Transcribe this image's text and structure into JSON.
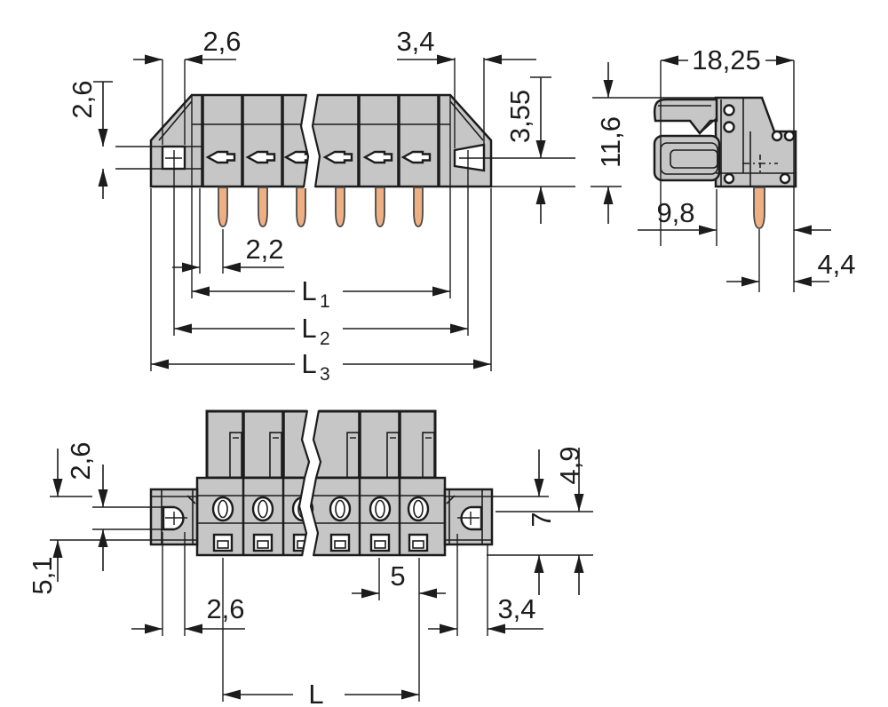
{
  "drawing_type": "connector-dimensional-drawing",
  "front_view": {
    "dim_top_left": "2,6",
    "dim_top_right": "3,4",
    "dim_side_left": "2,6",
    "dim_side_right": "3,55",
    "dim_pin_offset": "2,2",
    "dim_l1_main": "L",
    "dim_l1_sub": "1",
    "dim_l2_main": "L",
    "dim_l2_sub": "2",
    "dim_l3_main": "L",
    "dim_l3_sub": "3"
  },
  "side_view": {
    "dim_width": "18,25",
    "dim_height": "11,6",
    "dim_depth": "9,8",
    "dim_pin_to_edge": "4,4"
  },
  "bottom_view": {
    "dim_hole_height": "2,6",
    "dim_flange_height": "5,1",
    "dim_hole_to_bottom": "4,9",
    "dim_total_height": "7",
    "dim_hole_width": "2,6",
    "dim_pitch": "5",
    "dim_flange_width": "3,4",
    "dim_length_main": "L",
    "dim_length_sub": ""
  },
  "colors": {
    "body_gray": "#c6c6c6",
    "pin_copper": "#eeb083",
    "line": "#1c1c1c",
    "background": "#ffffff"
  }
}
